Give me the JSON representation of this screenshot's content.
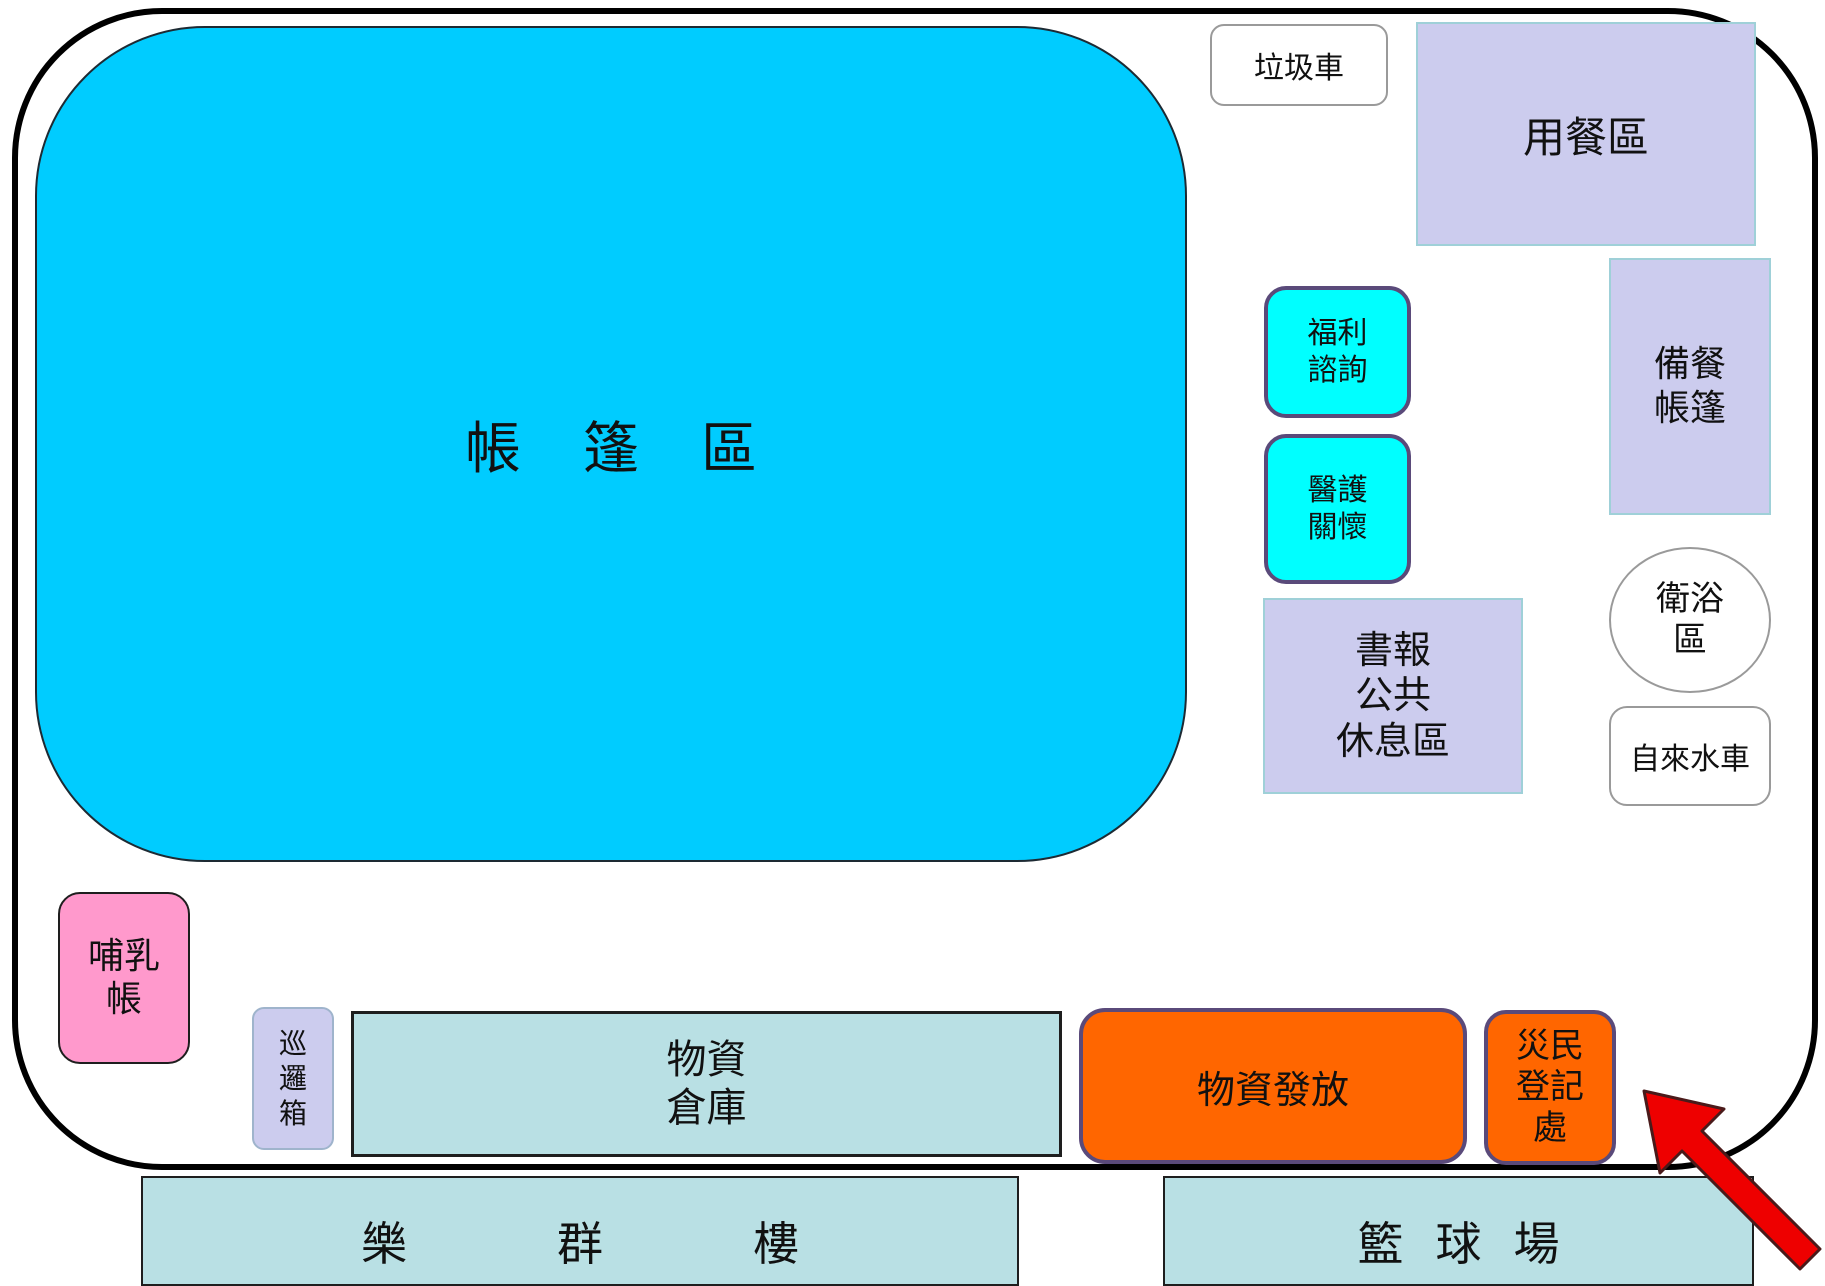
{
  "areas": {
    "tent": "帳篷區",
    "trash_truck": "垃圾車",
    "dining": "用餐區",
    "meal_prep_tent": "備餐\n帳篷",
    "welfare_consult": "福利\n諮詢",
    "medical_care": "醫護\n關懷",
    "reading_rest": "書報\n公共\n休息區",
    "bathroom": "衛浴\n區",
    "water_truck": "自來水車",
    "nursing_tent": "哺乳\n帳",
    "patrol_box": "巡\n邏\n箱",
    "warehouse": "物資\n倉庫",
    "distribution": "物資發放",
    "registration": "災民\n登記\n處"
  },
  "buildings": {
    "lequn_building": "樂群樓",
    "basketball_court": "籃球場"
  },
  "colors": {
    "tent": "#00ccff",
    "lavender": "#ccccee",
    "cyan": "#00ffff",
    "orange": "#ff6600",
    "pink": "#ff99cc",
    "light_teal": "#b9e0e4",
    "arrow": "#ee0000"
  },
  "icons": {
    "entrance_arrow": "red-arrow-up-left"
  }
}
